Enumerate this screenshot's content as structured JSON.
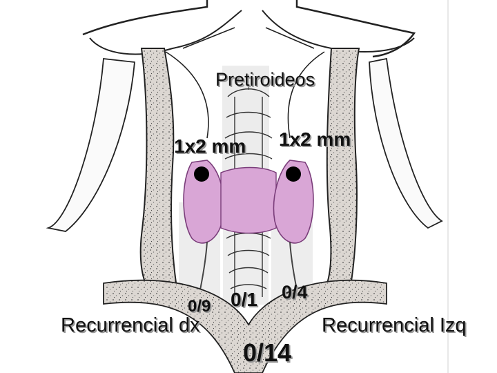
{
  "labels": {
    "pretiroideos": "Pretiroideos",
    "size_left": "1x2 mm",
    "size_right": "1x2 mm",
    "count_right_lower": "0/9",
    "count_center": "0/1",
    "count_left_lower": "0/4",
    "recurrencial_dx": "Recurrencial dx",
    "recurrencial_izq": "Recurrencial Izq",
    "total": "0/14"
  },
  "colors": {
    "gland": "#d9a6d6",
    "gland_stroke": "#7a3d7a",
    "node": "#000000",
    "region_overlay": "#e6e6e6",
    "line_art": "#222222",
    "artery_fill": "#dcd6d0"
  }
}
